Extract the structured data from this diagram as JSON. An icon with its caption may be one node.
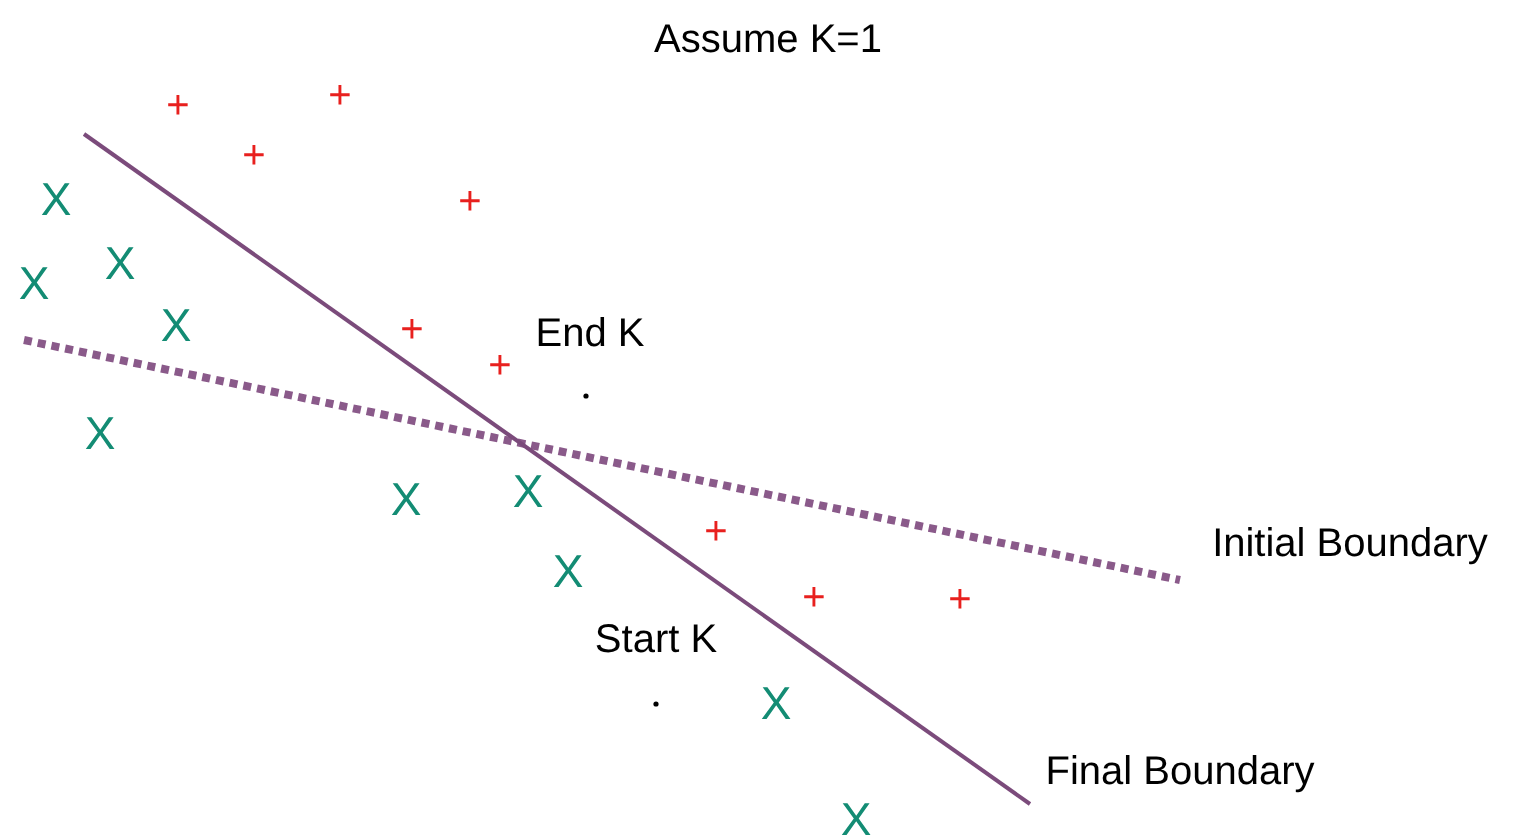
{
  "diagram": {
    "labels": [
      "Assume K=1",
      "+",
      "+",
      "+",
      "X",
      "+",
      "X",
      "X",
      "End K",
      "+",
      "X",
      "+",
      "X",
      "X",
      "X",
      "+",
      "Initial Boundary",
      "X",
      "+",
      "+",
      "Start K",
      "X",
      "Final Boundary",
      "X"
    ]
  }
}
